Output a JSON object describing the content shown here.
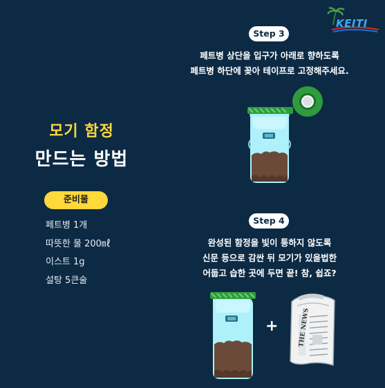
{
  "logo": {
    "text": "KEITI"
  },
  "title": {
    "line1": "모기 함정",
    "line2": "만드는 방법"
  },
  "prep": {
    "label": "준비물",
    "items": [
      "페트병 1개",
      "따뜻한 물 200㎖",
      "이스트 1g",
      "설탕 5큰술"
    ]
  },
  "step3": {
    "label": "Step 3",
    "line1": "페트병 상단을 입구가 아래로 향하도록",
    "line2": "페트병 하단에 꽂아 테이프로 고정해주세요."
  },
  "step4": {
    "label": "Step 4",
    "line1": "완성된 함정을 빛이 통하지 않도록",
    "line2": "신문 등으로 감싼 뒤 모기가 있을법한",
    "line3": "어둡고 습한 곳에 두면 끝! 참, 쉽죠?"
  },
  "plus_sign": "+",
  "newspaper": {
    "masthead": "THE NEWS"
  },
  "colors": {
    "background": "#0d2a44",
    "accent_yellow": "#ffd83a",
    "bottle": "#aef1fb",
    "tape_green": "#2e9b3c",
    "liquid_brown": "#6b4a3a"
  }
}
